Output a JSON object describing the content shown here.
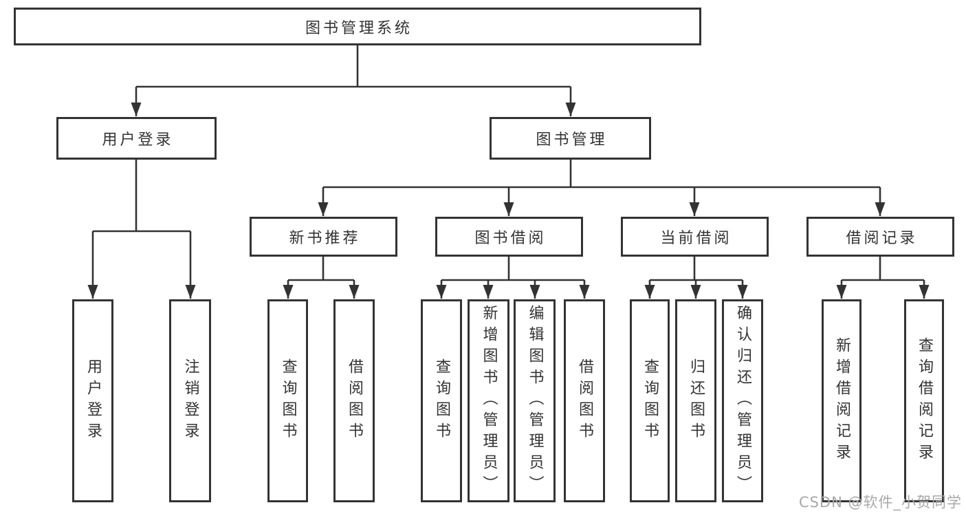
{
  "diagram": {
    "root": {
      "label": "图书管理系统"
    },
    "branches": [
      {
        "label": "用户登录",
        "children": [
          {
            "label": "用户登录"
          },
          {
            "label": "注销登录"
          }
        ]
      },
      {
        "label": "图书管理",
        "children": [
          {
            "label": "新书推荐",
            "children": [
              {
                "label": "查询图书"
              },
              {
                "label": "借阅图书"
              }
            ]
          },
          {
            "label": "图书借阅",
            "children": [
              {
                "label": "查询图书"
              },
              {
                "label": "新增图书（管理员）"
              },
              {
                "label": "编辑图书（管理员）"
              },
              {
                "label": "借阅图书"
              }
            ]
          },
          {
            "label": "当前借阅",
            "children": [
              {
                "label": "查询图书"
              },
              {
                "label": "归还图书"
              },
              {
                "label": "确认归还（管理员）"
              }
            ]
          },
          {
            "label": "借阅记录",
            "children": [
              {
                "label": "新增借阅记录"
              },
              {
                "label": "查询借阅记录"
              }
            ]
          }
        ]
      }
    ]
  },
  "colors": {
    "line": "#333333",
    "box_border": "#333333",
    "text": "#333333",
    "background": "#ffffff",
    "watermark": "#a8a8a8"
  },
  "watermark": {
    "text": "CSDN @软件_小贺同学"
  }
}
